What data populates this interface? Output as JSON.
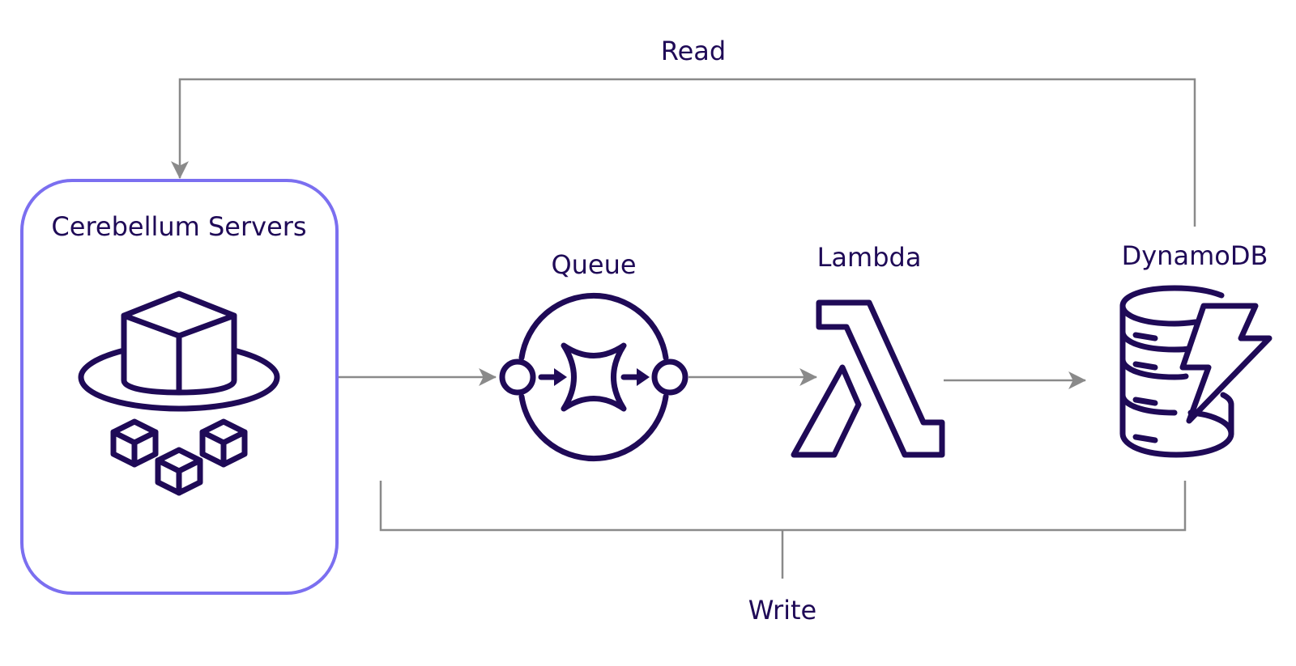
{
  "nodes": {
    "servers": {
      "label": "Cerebellum Servers",
      "icon": "server-cluster-icon"
    },
    "queue": {
      "label": "Queue",
      "icon": "queue-icon"
    },
    "lambda": {
      "label": "Lambda",
      "icon": "lambda-icon"
    },
    "dynamodb": {
      "label": "DynamoDB",
      "icon": "dynamodb-icon"
    }
  },
  "edges": {
    "read": {
      "label": "Read"
    },
    "write": {
      "label": "Write"
    }
  },
  "colors": {
    "text": "#1f0a57",
    "icon": "#1f0a57",
    "container_border": "#7b6ff0",
    "connector": "#8a8a8a",
    "background": "#ffffff"
  }
}
